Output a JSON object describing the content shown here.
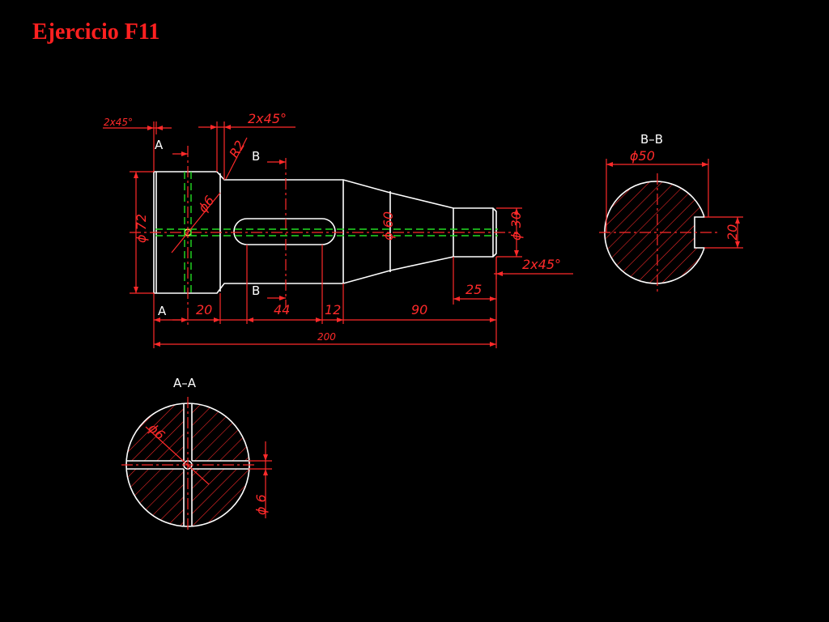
{
  "title": "Ejercicio F11",
  "section_labels": {
    "a": "A",
    "b": "B",
    "bb": "B–B",
    "aa": "A–A"
  },
  "dimensions": {
    "chamfer_small": "2x45°",
    "chamfer_top": "2x45°",
    "radius": "R2",
    "hole_dia": "ϕ6",
    "dia_72": "ϕ 72",
    "dia_60": "ϕ 60",
    "dia_30": "ϕ 30",
    "chamfer_right": "2x45°",
    "len_20": "20",
    "len_44": "44",
    "len_12": "12",
    "len_90": "90",
    "len_25": "25",
    "len_200": "200",
    "bb_dia": "ϕ50",
    "bb_key": "20",
    "aa_hole": "ϕ6",
    "aa_side": "ϕ 6"
  },
  "colors": {
    "outline": "#ffffff",
    "dimension": "#ff2a2a",
    "hidden_axis": "#22dd22",
    "background": "#000000"
  }
}
